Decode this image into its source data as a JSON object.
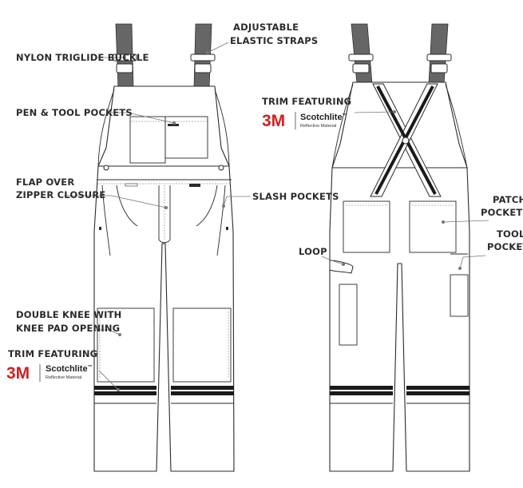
{
  "labels": {
    "nylon_buckle": "NYLON TRIGLIDE BUCKLE",
    "straps_line1": "ADJUSTABLE",
    "straps_line2": "ELASTIC STRAPS",
    "pen_tool": "PEN & TOOL POCKETS",
    "flap_line1": "FLAP OVER",
    "flap_line2": "ZIPPER CLOSURE",
    "slash": "SLASH POCKETS",
    "double_knee_line1": "DOUBLE KNEE WITH",
    "double_knee_line2": "KNEE PAD OPENING",
    "trim_front": "TRIM FEATURING",
    "trim_back": "TRIM FEATURING",
    "loop": "LOOP",
    "patch_line1": "PATCH",
    "patch_line2": "POCKETS",
    "tool_line1": "TOOL",
    "tool_line2": "POCKET"
  },
  "brand": {
    "mark": "3M",
    "name": "Scotchlite",
    "tm": "™",
    "subtitle": "Reflective Material",
    "mark_color": "#d6201f"
  },
  "colors": {
    "strap": "#666666",
    "reflective_band": "#1a1a1a",
    "outline": "#2a2a2a"
  }
}
